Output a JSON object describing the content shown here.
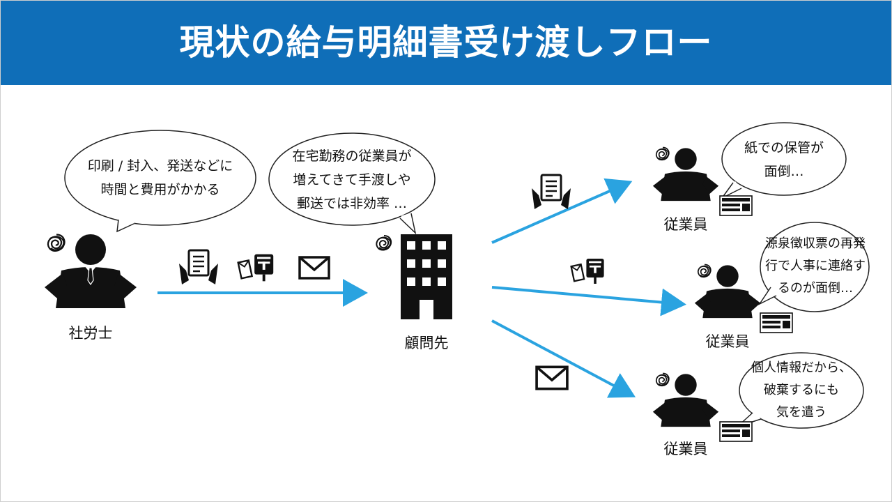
{
  "title": "現状の給与明細書受け渡しフロー",
  "colors": {
    "banner": "#0f6eb8",
    "arrow": "#2aa3e0",
    "ink": "#111111"
  },
  "labourConsultant": {
    "label": "社労士",
    "bubble": [
      "印刷 / 封入、発送などに",
      "時間と費用がかかる"
    ]
  },
  "client": {
    "label": "顧問先",
    "bubble": [
      "在宅勤務の従業員が",
      "増えてきて手渡しや",
      "郵送では非効率 …"
    ]
  },
  "employees": [
    {
      "label": "従業員",
      "bubble": [
        "紙での保管が",
        "面倒…"
      ],
      "channel": "hand-delivery-icon"
    },
    {
      "label": "従業員",
      "bubble": [
        "源泉徴収票の再発",
        "行で人事に連絡す",
        "るのが面倒…"
      ],
      "channel": "post-icon"
    },
    {
      "label": "従業員",
      "bubble": [
        "個人情報だから、",
        "破棄するにも",
        "気を遣う"
      ],
      "channel": "envelope-icon"
    }
  ],
  "payslipCardTitle": "給与明細書"
}
